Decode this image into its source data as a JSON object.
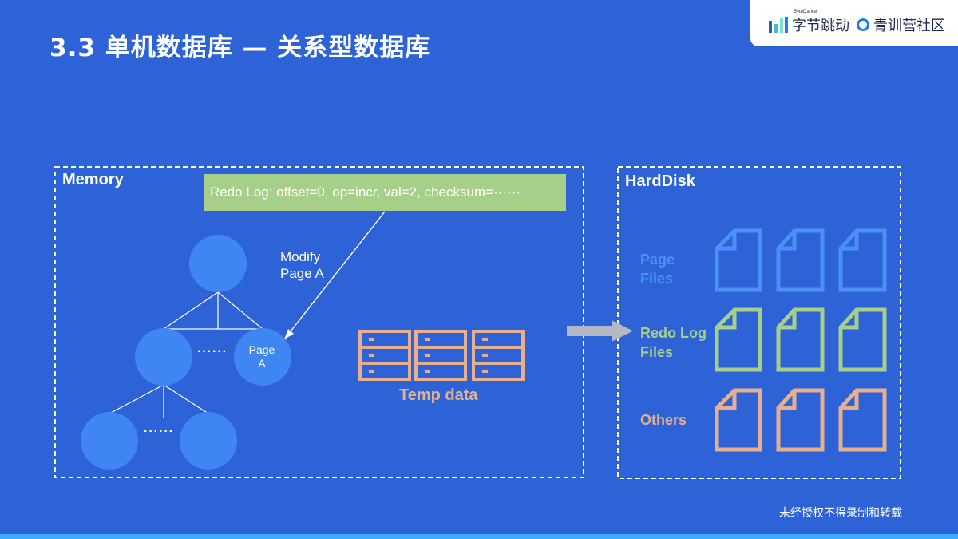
{
  "slide": {
    "title": "3.3 单机数据库 — 关系型数据库",
    "watermark": "未经授权不得录制和转载"
  },
  "logos": {
    "bytedance_small": "ByteDance",
    "bytedance_cn": "字节跳动",
    "camp": "青训营社区"
  },
  "memory": {
    "label": "Memory",
    "redo_log_entry": "Redo Log: offset=0, op=incr, val=2, checksum=······",
    "modify_line1": "Modify",
    "modify_line2": "Page A",
    "page_a_line1": "Page",
    "page_a_line2": "A",
    "ellipsis1": "······",
    "ellipsis2": "······",
    "temp_data_label": "Temp data"
  },
  "harddisk": {
    "label": "HardDisk",
    "rows": [
      {
        "line1": "Page",
        "line2": "Files",
        "color": "#4a90f5"
      },
      {
        "line1": "Redo Log",
        "line2": "Files",
        "color": "#a6cf8a"
      },
      {
        "line1": "Others",
        "line2": "",
        "color": "#e6b08e"
      }
    ]
  },
  "colors": {
    "background": "#2d63d6",
    "node": "#3f86f2",
    "page_files": "#4a90f5",
    "redo_log": "#a6cf8a",
    "temp_data": "#e6b08e",
    "arrow": "#b4b8c2"
  }
}
